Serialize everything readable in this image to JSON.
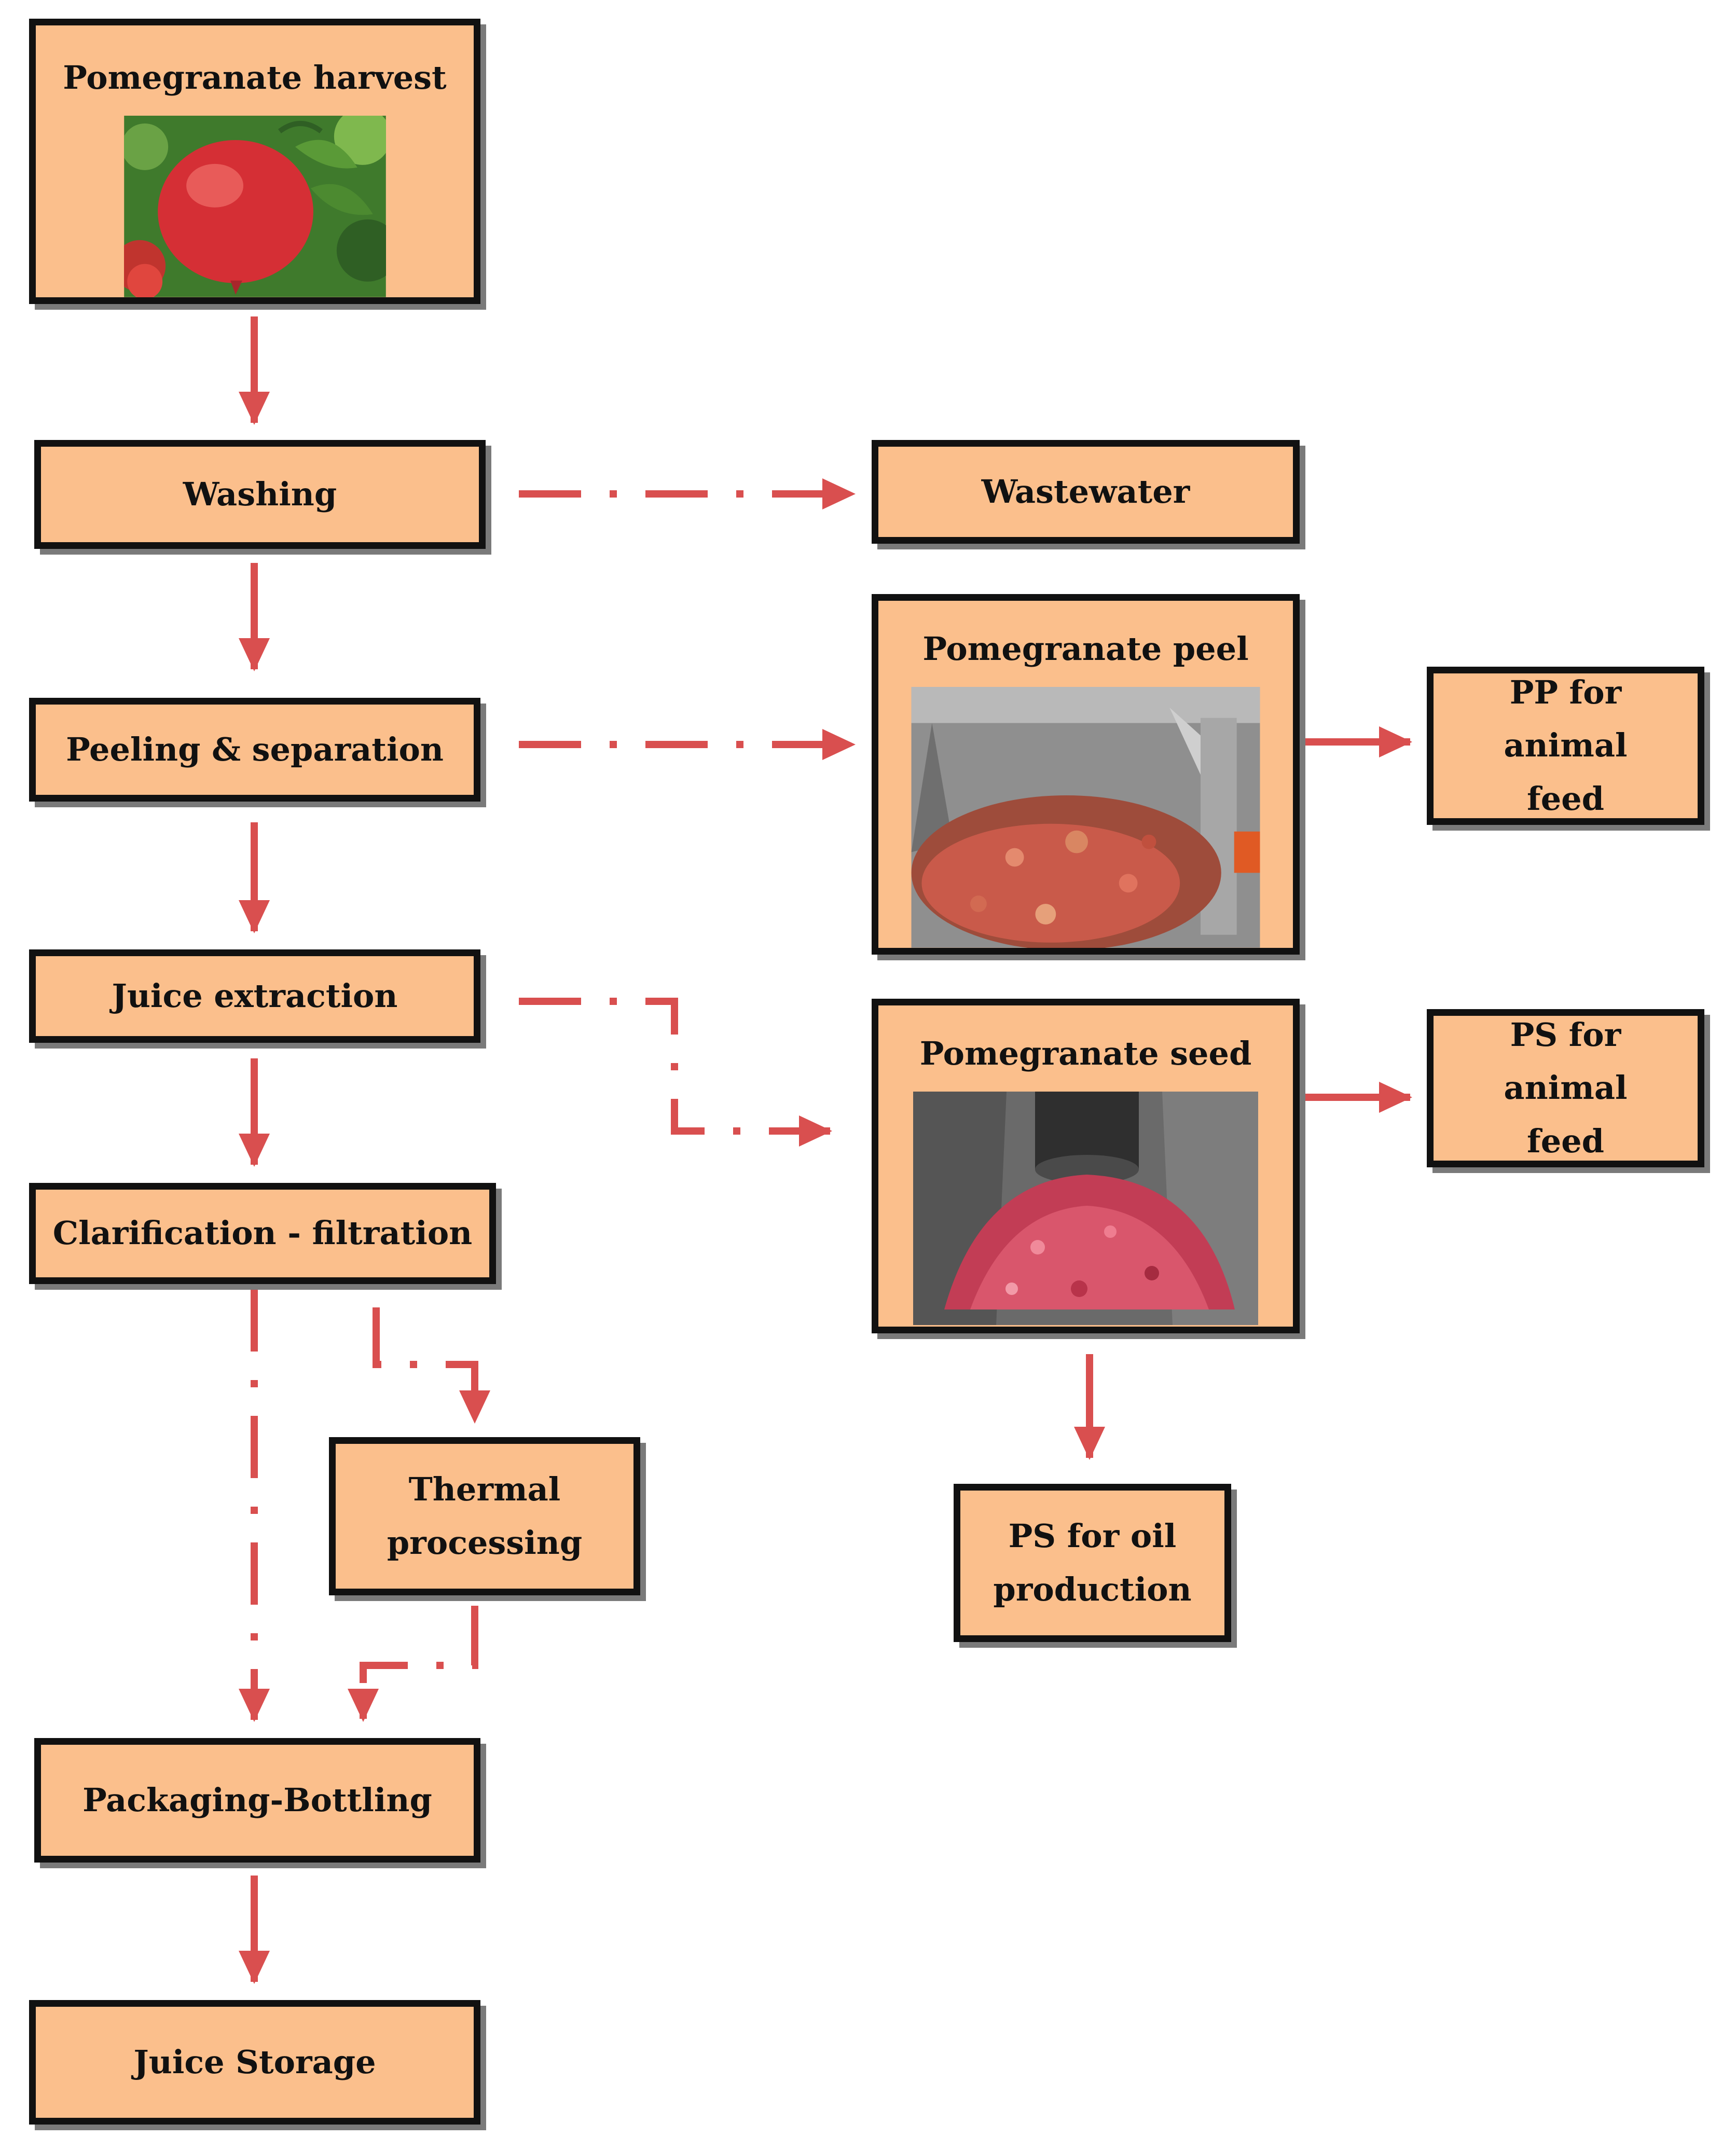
{
  "colors": {
    "box_fill": "#fbbf8c",
    "border": "#111111",
    "arrow": "#d94f4f",
    "shadow": "#7a7a7a"
  },
  "nodes": {
    "harvest": {
      "label": "Pomegranate harvest",
      "image": "pomegranate-fruit-photo"
    },
    "washing": {
      "label": "Washing"
    },
    "peeling": {
      "label": "Peeling & separation"
    },
    "juice_extraction": {
      "label": "Juice extraction"
    },
    "clarification": {
      "label": "Clarification - filtration"
    },
    "thermal": {
      "label": "Thermal processing"
    },
    "packaging": {
      "label": "Packaging-Bottling"
    },
    "storage": {
      "label": "Juice Storage"
    },
    "wastewater": {
      "label": "Wastewater"
    },
    "peel": {
      "label": "Pomegranate peel",
      "image": "pomegranate-peel-photo"
    },
    "pp_feed": {
      "label": "PP for animal feed"
    },
    "seed": {
      "label": "Pomegranate seed",
      "image": "pomegranate-seed-photo"
    },
    "ps_feed": {
      "label": "PS for animal feed"
    },
    "ps_oil": {
      "label": "PS for oil production"
    }
  },
  "edges": [
    {
      "from": "harvest",
      "to": "washing",
      "style": "solid"
    },
    {
      "from": "washing",
      "to": "peeling",
      "style": "solid"
    },
    {
      "from": "peeling",
      "to": "juice_extraction",
      "style": "solid"
    },
    {
      "from": "juice_extraction",
      "to": "clarification",
      "style": "solid"
    },
    {
      "from": "clarification",
      "to": "packaging",
      "style": "dash-dot"
    },
    {
      "from": "clarification",
      "to": "thermal",
      "style": "dash-dot"
    },
    {
      "from": "thermal",
      "to": "packaging",
      "style": "dash-dot"
    },
    {
      "from": "packaging",
      "to": "storage",
      "style": "solid"
    },
    {
      "from": "washing",
      "to": "wastewater",
      "style": "dash-dot"
    },
    {
      "from": "peeling",
      "to": "peel",
      "style": "dash-dot"
    },
    {
      "from": "juice_extraction",
      "to": "seed",
      "style": "dash-dot"
    },
    {
      "from": "peel",
      "to": "pp_feed",
      "style": "solid"
    },
    {
      "from": "seed",
      "to": "ps_feed",
      "style": "solid"
    },
    {
      "from": "seed",
      "to": "ps_oil",
      "style": "solid"
    }
  ]
}
